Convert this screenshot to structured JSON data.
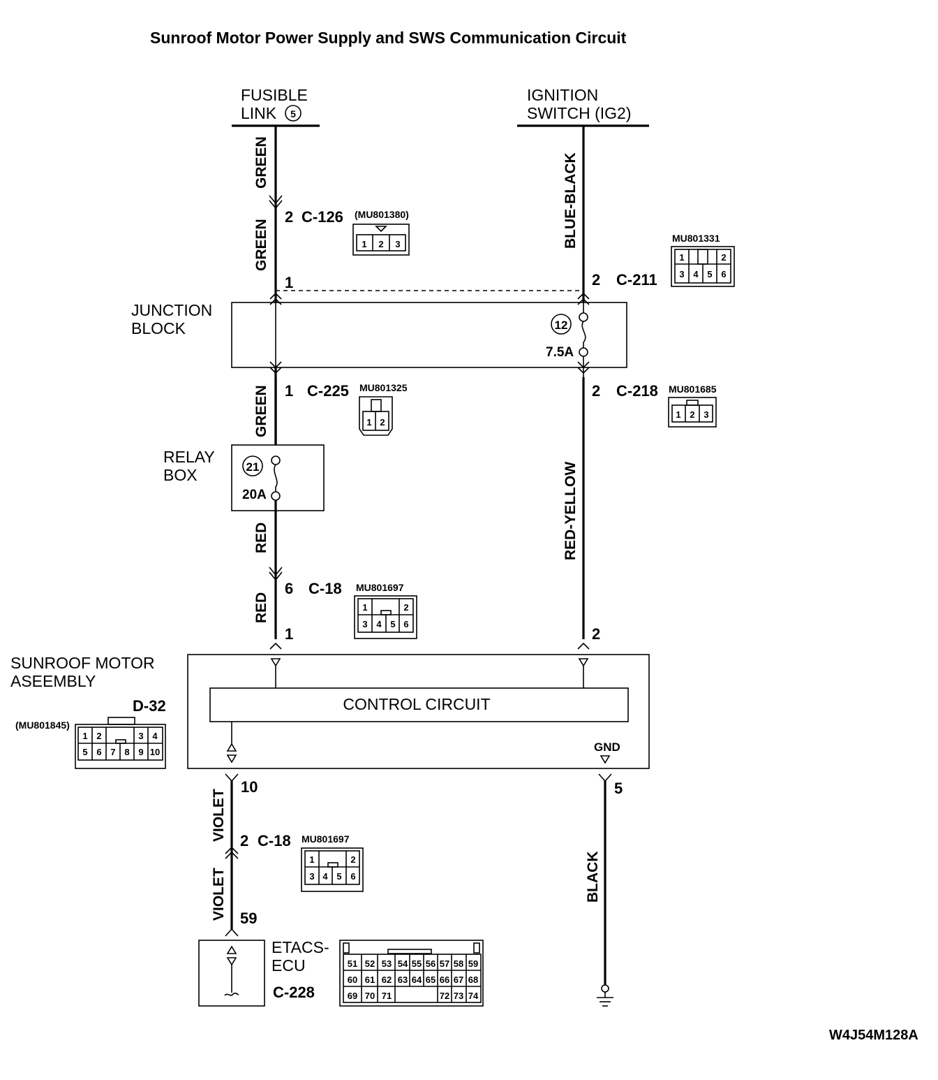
{
  "title": "Sunroof Motor Power Supply and SWS Communication Circuit",
  "figure_id": "W4J54M128A",
  "sources": {
    "fusible_link": {
      "line1": "FUSIBLE",
      "line2": "LINK",
      "number": "5"
    },
    "ignition_switch": {
      "line1": "IGNITION",
      "line2": "SWITCH (IG2)"
    }
  },
  "wires": {
    "green_1": "GREEN",
    "green_2": "GREEN",
    "green_3": "GREEN",
    "blue_black": "BLUE-BLACK",
    "red_yellow": "RED-YELLOW",
    "red_1": "RED",
    "red_2": "RED",
    "violet_1": "VIOLET",
    "violet_2": "VIOLET",
    "black": "BLACK"
  },
  "connectors": {
    "c126": {
      "pin": "2",
      "name": "C-126",
      "part": "(MU801380)",
      "pins": [
        "1",
        "2",
        "3"
      ]
    },
    "c211": {
      "pin_left": "1",
      "pin": "2",
      "name": "C-211",
      "part": "MU801331",
      "pins": [
        "1",
        "2",
        "3",
        "4",
        "5",
        "6"
      ]
    },
    "c225": {
      "pin": "1",
      "name": "C-225",
      "part": "MU801325",
      "pins": [
        "1",
        "2"
      ]
    },
    "c218": {
      "pin": "2",
      "name": "C-218",
      "part": "MU801685",
      "pins": [
        "1",
        "2",
        "3"
      ]
    },
    "c18_top": {
      "pin": "6",
      "name": "C-18",
      "part": "MU801697",
      "pins": [
        "1",
        "2",
        "3",
        "4",
        "5",
        "6"
      ]
    },
    "c18_bottom": {
      "pin": "2",
      "name": "C-18",
      "part": "MU801697",
      "pins": [
        "1",
        "2",
        "3",
        "4",
        "5",
        "6"
      ]
    },
    "d32": {
      "name": "D-32",
      "part": "(MU801845)",
      "pins": [
        "1",
        "2",
        "3",
        "4",
        "5",
        "6",
        "7",
        "8",
        "9",
        "10"
      ]
    },
    "c228": {
      "name": "C-228",
      "pins_row1": [
        "51",
        "52",
        "53",
        "54",
        "55",
        "56",
        "57",
        "58",
        "59"
      ],
      "pins_row2": [
        "60",
        "61",
        "62",
        "63",
        "64",
        "65",
        "66",
        "67",
        "68"
      ],
      "pins_row3": [
        "69",
        "70",
        "71",
        "72",
        "73",
        "74"
      ]
    }
  },
  "junction_block": {
    "line1": "JUNCTION",
    "line2": "BLOCK",
    "fuse_number": "12",
    "fuse_rating": "7.5A"
  },
  "relay_box": {
    "line1": "RELAY",
    "line2": "BOX",
    "fuse_number": "21",
    "fuse_rating": "20A"
  },
  "motor": {
    "line1": "SUNROOF MOTOR",
    "line2": "ASEEMBLY",
    "control": "CONTROL CIRCUIT",
    "gnd": "GND",
    "pin_in_left": "1",
    "pin_in_right": "2",
    "pin_out_left": "10",
    "pin_out_right": "5"
  },
  "etacs": {
    "line1": "ETACS-",
    "line2": "ECU",
    "pin": "59"
  }
}
